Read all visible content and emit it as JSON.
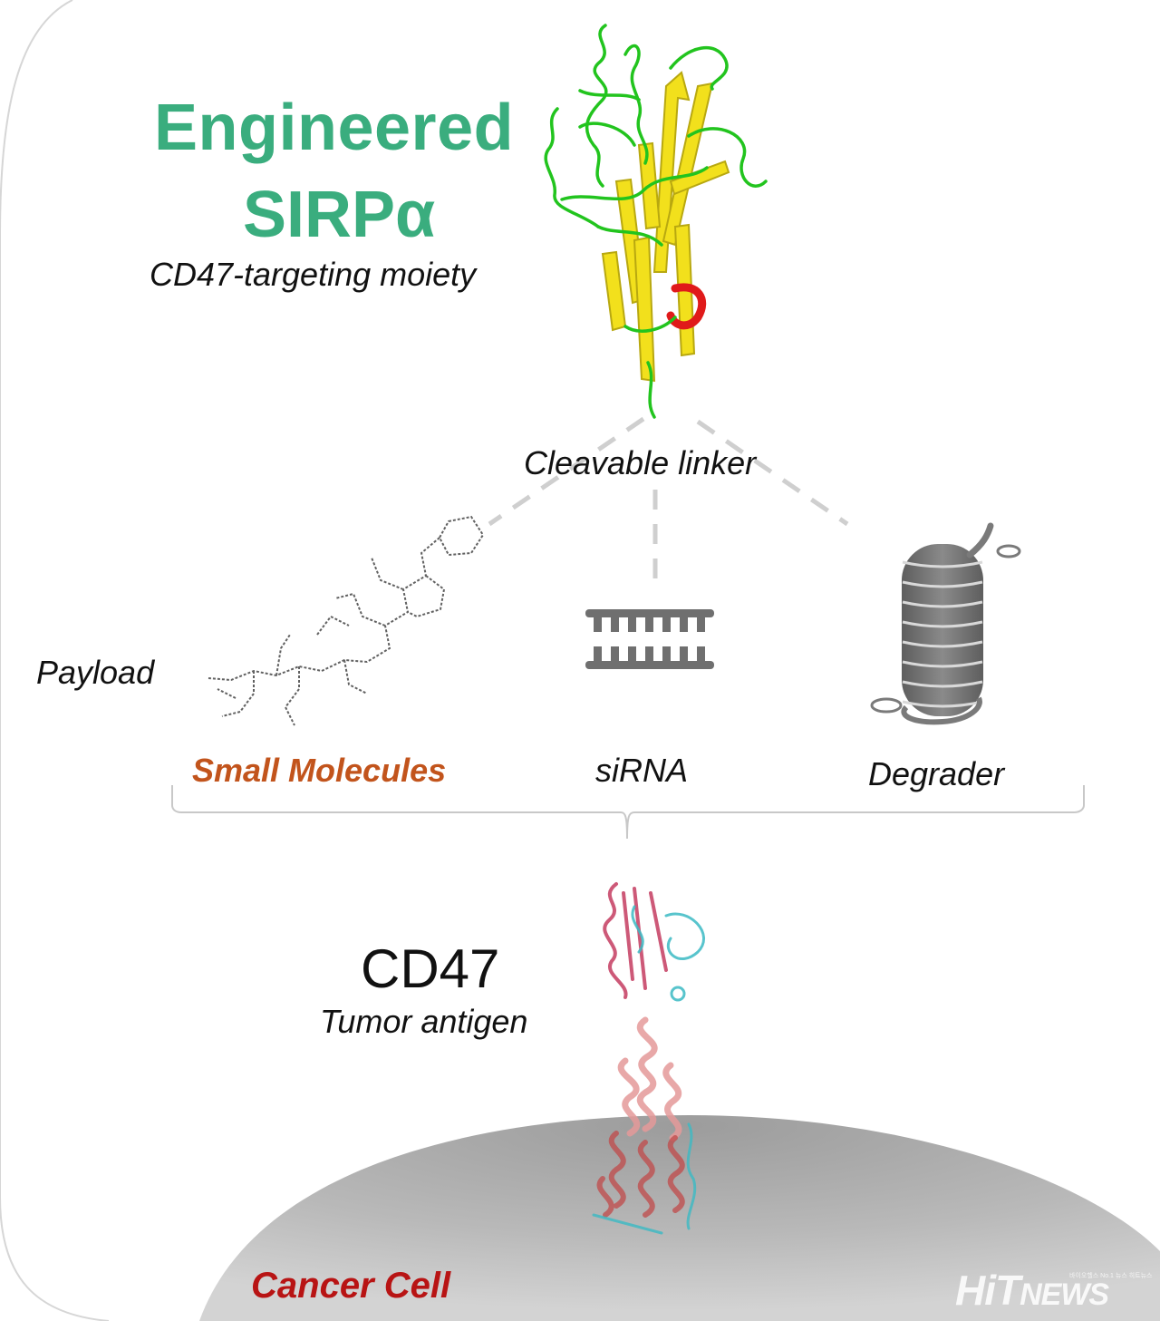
{
  "title": {
    "line1": "Engineered",
    "line2": "SIRPα",
    "subtitle": "CD47-targeting moiety"
  },
  "linker": {
    "label": "Cleavable linker"
  },
  "payload": {
    "label": "Payload",
    "types": [
      {
        "label": "Small Molecules",
        "color": "#c2541c"
      },
      {
        "label": "siRNA",
        "color": "#111111"
      },
      {
        "label": "Degrader",
        "color": "#111111"
      }
    ]
  },
  "target": {
    "label": "CD47",
    "sublabel": "Tumor antigen"
  },
  "cell": {
    "label": "Cancer Cell",
    "color": "#b81414"
  },
  "watermark": {
    "brand": "HiT",
    "brand2": "NEWS",
    "tagline": "바이오헬스 No.1 뉴스 히트뉴스"
  },
  "colors": {
    "title": "#3aad7e",
    "sirpa_loop": "#22c41e",
    "sirpa_sheet": "#f2e01c",
    "sirpa_helix": "#e01a1a",
    "cell": "#b8b8b8",
    "connector": "#cfcfcf",
    "icons": "#6f6f6f"
  }
}
